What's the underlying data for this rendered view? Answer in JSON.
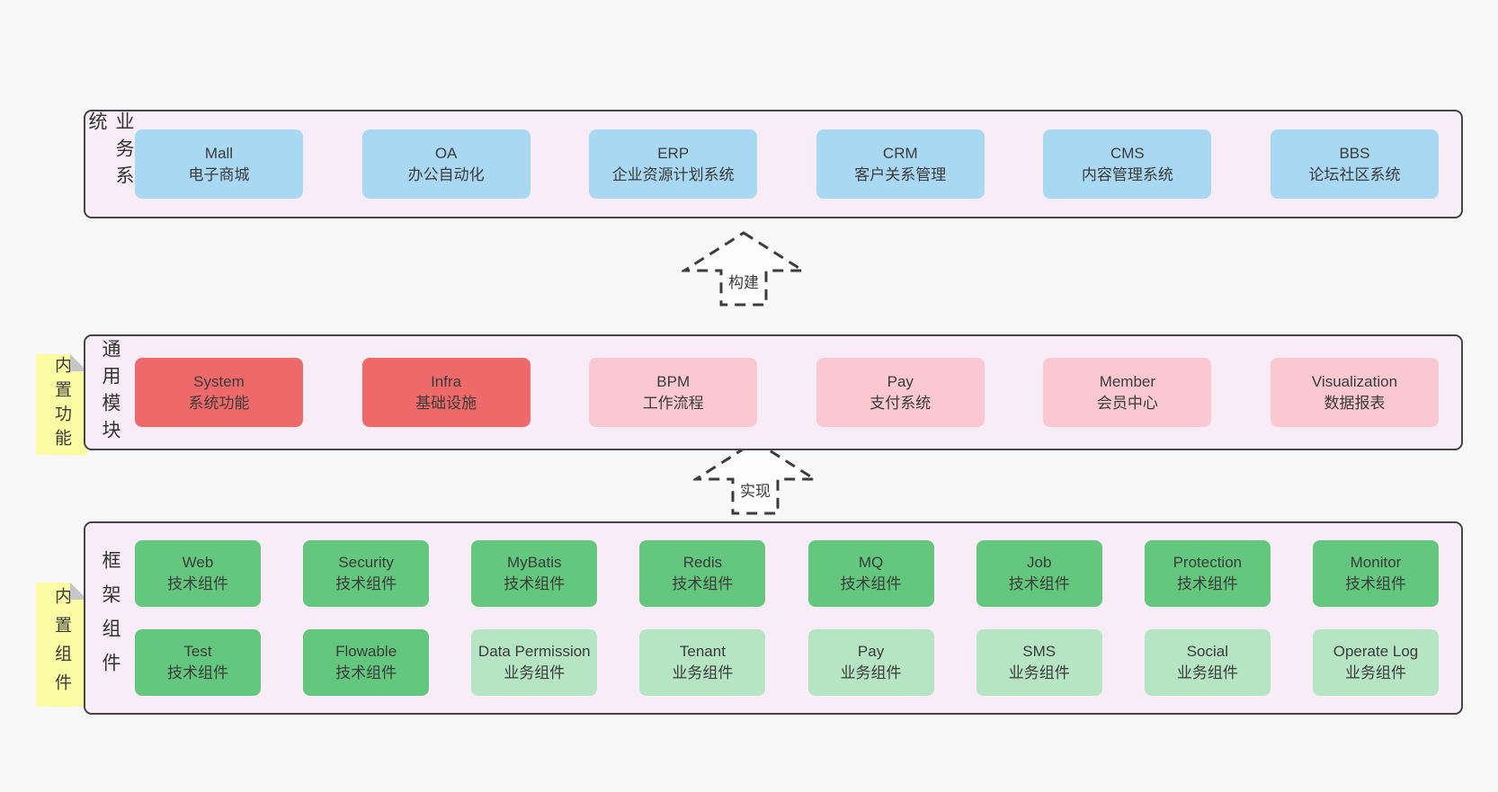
{
  "sections": {
    "business": {
      "label": "业务系统",
      "boxes": [
        {
          "name": "Mall",
          "subtitle": "电子商城"
        },
        {
          "name": "OA",
          "subtitle": "办公自动化"
        },
        {
          "name": "ERP",
          "subtitle": "企业资源计划系统"
        },
        {
          "name": "CRM",
          "subtitle": "客户关系管理"
        },
        {
          "name": "CMS",
          "subtitle": "内容管理系统"
        },
        {
          "name": "BBS",
          "subtitle": "论坛社区系统"
        }
      ]
    },
    "modules": {
      "label": "通用模块",
      "tag": "内置功能",
      "boxes": [
        {
          "name": "System",
          "subtitle": "系统功能"
        },
        {
          "name": "Infra",
          "subtitle": "基础设施"
        },
        {
          "name": "BPM",
          "subtitle": "工作流程"
        },
        {
          "name": "Pay",
          "subtitle": "支付系统"
        },
        {
          "name": "Member",
          "subtitle": "会员中心"
        },
        {
          "name": "Visualization",
          "subtitle": "数据报表"
        }
      ]
    },
    "components": {
      "label": "框架组件",
      "tag": "内置组件",
      "row1": [
        {
          "name": "Web",
          "subtitle": "技术组件"
        },
        {
          "name": "Security",
          "subtitle": "技术组件"
        },
        {
          "name": "MyBatis",
          "subtitle": "技术组件"
        },
        {
          "name": "Redis",
          "subtitle": "技术组件"
        },
        {
          "name": "MQ",
          "subtitle": "技术组件"
        },
        {
          "name": "Job",
          "subtitle": "技术组件"
        },
        {
          "name": "Protection",
          "subtitle": "技术组件"
        },
        {
          "name": "Monitor",
          "subtitle": "技术组件"
        }
      ],
      "row2": [
        {
          "name": "Test",
          "subtitle": "技术组件"
        },
        {
          "name": "Flowable",
          "subtitle": "技术组件"
        },
        {
          "name": "Data Permission",
          "subtitle": "业务组件"
        },
        {
          "name": "Tenant",
          "subtitle": "业务组件"
        },
        {
          "name": "Pay",
          "subtitle": "业务组件"
        },
        {
          "name": "SMS",
          "subtitle": "业务组件"
        },
        {
          "name": "Social",
          "subtitle": "业务组件"
        },
        {
          "name": "Operate Log",
          "subtitle": "业务组件"
        }
      ]
    }
  },
  "arrows": {
    "build": "构建",
    "implement": "实现"
  },
  "colors": {
    "page_bg": "#f8f8f8",
    "panel_bg": "#f8edf6",
    "panel_border": "#454545",
    "blue_box": "#a9d8f2",
    "red_box": "#ee6a6a",
    "pink_box": "#f9c8d0",
    "green_dark_box": "#63c87e",
    "green_light_box": "#b6e5c3",
    "tag_yellow": "#fbfba3",
    "text": "#3b3b3b"
  }
}
